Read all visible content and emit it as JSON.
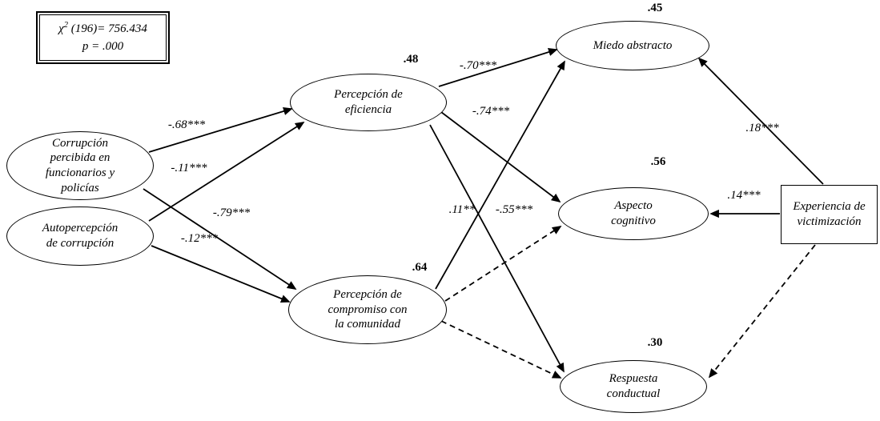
{
  "fit": {
    "chi_base": "χ",
    "chi_sup": "2",
    "chi_rest": " (196)= 756.434",
    "p_value": "p = .000"
  },
  "nodes": {
    "corrupcion_percibida": {
      "label": "Corrupción\npercibida en\nfuncionarios y\npolicías",
      "shape": "ellipse"
    },
    "autopercepcion": {
      "label": "Autopercepción\nde corrupción",
      "shape": "ellipse"
    },
    "eficiencia": {
      "label": "Percepción de\neficiencia",
      "shape": "ellipse",
      "r2": ".48"
    },
    "compromiso": {
      "label": "Percepción de\ncompromiso con\nla comunidad",
      "shape": "ellipse",
      "r2": ".64"
    },
    "miedo_abstracto": {
      "label": "Miedo abstracto",
      "shape": "ellipse",
      "r2": ".45"
    },
    "aspecto_cognitivo": {
      "label": "Aspecto\ncognitivo",
      "shape": "ellipse",
      "r2": ".56"
    },
    "respuesta_conductual": {
      "label": "Respuesta\nconductual",
      "shape": "ellipse",
      "r2": ".30"
    },
    "experiencia_victimizacion": {
      "label": "Experiencia de\nvictimización",
      "shape": "rectangle"
    }
  },
  "edges": [
    {
      "from": "corrupcion_percibida",
      "to": "eficiencia",
      "label": "-.68***",
      "style": "solid"
    },
    {
      "from": "autopercepcion",
      "to": "eficiencia",
      "label": "-.11***",
      "style": "solid"
    },
    {
      "from": "corrupcion_percibida",
      "to": "compromiso",
      "label": "-.79***",
      "style": "solid"
    },
    {
      "from": "autopercepcion",
      "to": "compromiso",
      "label": "-.12***",
      "style": "solid"
    },
    {
      "from": "eficiencia",
      "to": "miedo_abstracto",
      "label": "-.70***",
      "style": "solid"
    },
    {
      "from": "eficiencia",
      "to": "aspecto_cognitivo",
      "label": "-.74***",
      "style": "solid"
    },
    {
      "from": "eficiencia",
      "to": "respuesta_conductual",
      "label": "-.55***",
      "style": "solid"
    },
    {
      "from": "compromiso",
      "to": "miedo_abstracto",
      "label": ".11**",
      "style": "solid"
    },
    {
      "from": "compromiso",
      "to": "aspecto_cognitivo",
      "label": "",
      "style": "dashed"
    },
    {
      "from": "compromiso",
      "to": "respuesta_conductual",
      "label": "",
      "style": "dashed"
    },
    {
      "from": "experiencia_victimizacion",
      "to": "miedo_abstracto",
      "label": ".18***",
      "style": "solid"
    },
    {
      "from": "experiencia_victimizacion",
      "to": "aspecto_cognitivo",
      "label": ".14***",
      "style": "solid"
    },
    {
      "from": "experiencia_victimizacion",
      "to": "respuesta_conductual",
      "label": "",
      "style": "dashed"
    }
  ]
}
